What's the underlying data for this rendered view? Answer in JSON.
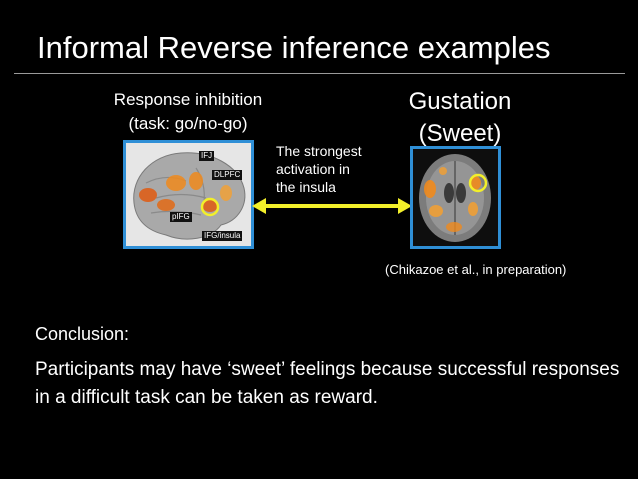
{
  "slide": {
    "title": "Informal Reverse inference examples",
    "left_label_line1": "Response inhibition",
    "left_label_line2": "(task: go/no-go)",
    "right_label_line1": "Gustation",
    "right_label_line2": "(Sweet)",
    "arrow_note_line1": "The strongest",
    "arrow_note_line2": "activation in",
    "arrow_note_line3": "the insula",
    "citation": "(Chikazoe et al., in preparation)",
    "conclusion_heading": "Conclusion:",
    "conclusion_text": "Participants may have ‘sweet’ feelings because successful responses in a difficult task can be taken as reward."
  },
  "brain_left_tags": {
    "ifj": "IFJ",
    "dlpfc": "DLPFC",
    "pifg": "pIFG",
    "ifg_insula": "IFG/insula"
  },
  "colors": {
    "background": "#000000",
    "frame": "#2f8fd6",
    "arrow": "#f2ef2a",
    "highlight_circle": "#f2ef2a",
    "activation": "#f08a1c"
  }
}
